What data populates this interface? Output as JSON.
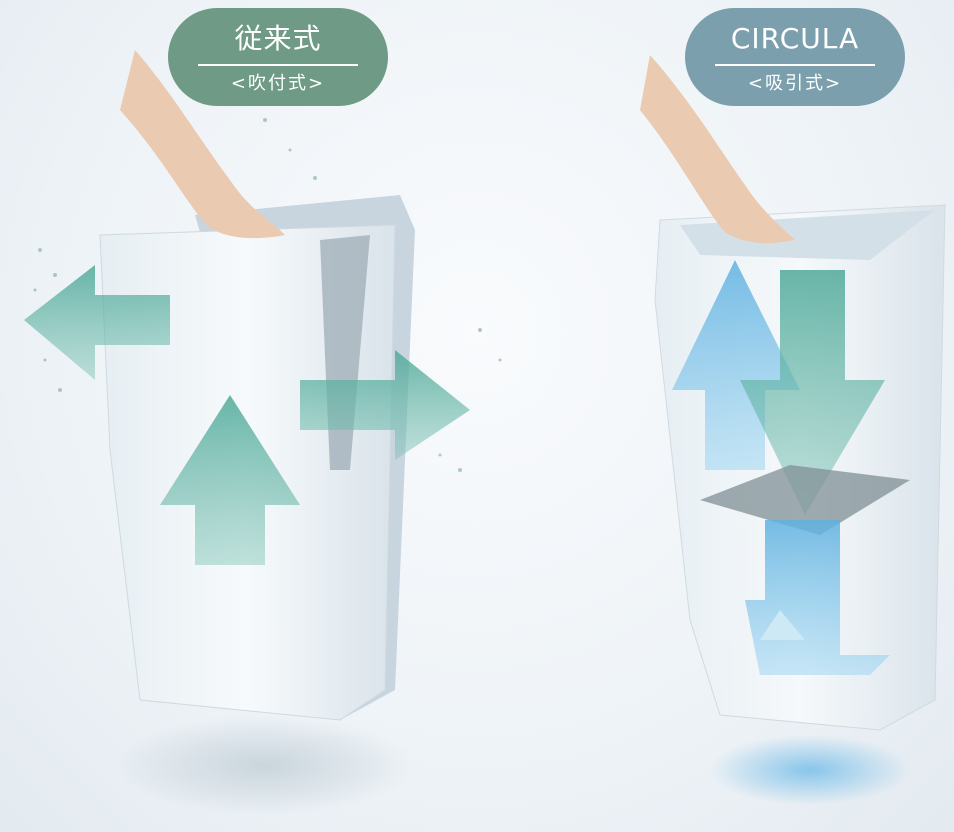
{
  "labels": {
    "left": {
      "title": "従来式",
      "subtitle": "<吹付式>"
    },
    "right": {
      "title": "CIRCULA",
      "subtitle": "<吸引式>"
    }
  },
  "colors": {
    "left_pill": "#6f9a85",
    "right_pill": "#7c9fad",
    "teal_arrow": "#5fb3a3",
    "blue_arrow": "#7ec3e6",
    "filter": "#7f8f94"
  },
  "icons": {
    "left_arrows": [
      "arrow-left-icon",
      "arrow-right-icon",
      "arrow-up-icon"
    ],
    "right_arrows": [
      "arrow-up-icon",
      "arrow-down-icon",
      "arrow-down-curve-icon"
    ]
  }
}
